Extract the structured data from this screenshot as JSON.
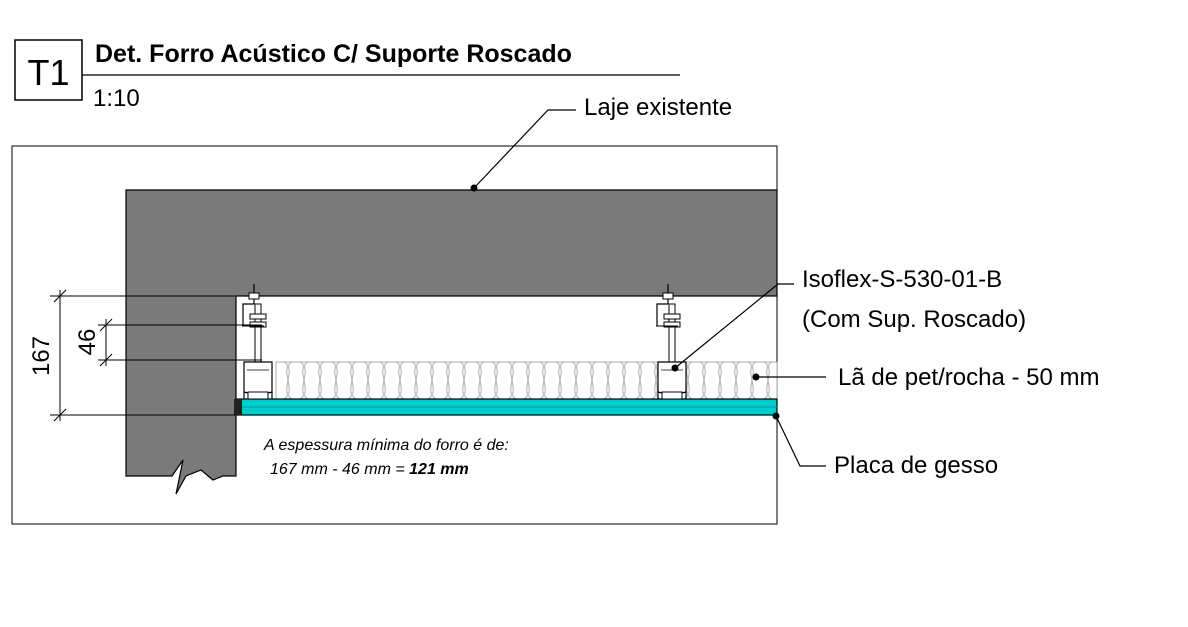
{
  "title_block": {
    "tag": "T1",
    "title": "Det. Forro Acústico C/ Suporte Roscado",
    "scale": "1:10"
  },
  "labels": {
    "slab": "Laje existente",
    "hanger_line1": "Isoflex-S-530-01-B",
    "hanger_line2": "(Com Sup. Roscado)",
    "insulation": "Lã de pet/rocha - 50 mm",
    "board": "Placa de gesso"
  },
  "dimensions": {
    "total": "167",
    "hanger": "46"
  },
  "note": {
    "line1": "A espessura mínima do forro é de:",
    "line2_prefix": "167 mm - 46 mm = ",
    "line2_result": "121 mm"
  },
  "colors": {
    "concrete": "#7a7a7a",
    "board": "#00cccc",
    "line": "#000000"
  }
}
